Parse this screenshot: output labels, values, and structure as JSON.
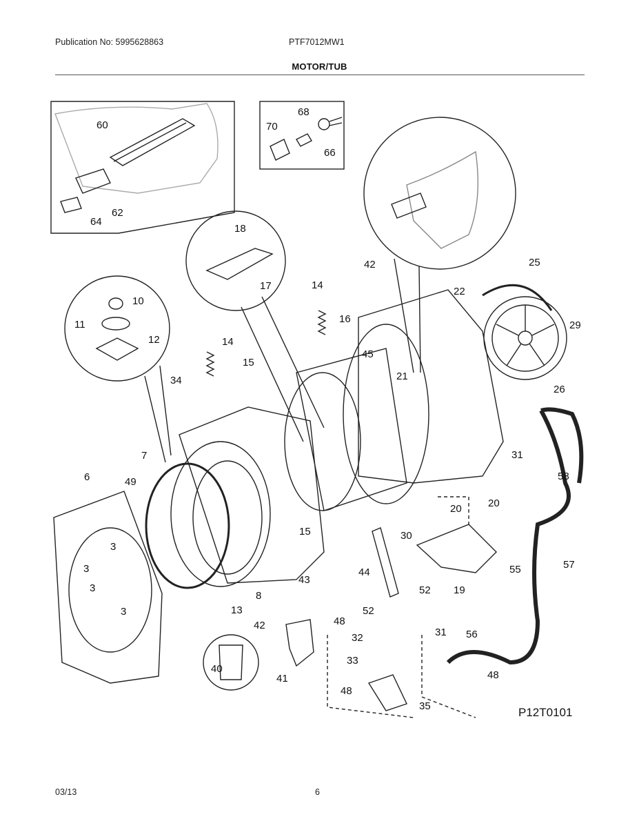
{
  "header": {
    "publication": "Publication No: 5995628863",
    "model": "PTF7012MW1",
    "section_title": "MOTOR/TUB"
  },
  "diagram": {
    "code": "P12T0101",
    "callouts": [
      "60",
      "62",
      "64",
      "68",
      "70",
      "66",
      "18",
      "17",
      "10",
      "11",
      "12",
      "42",
      "14",
      "16",
      "22",
      "25",
      "29",
      "26",
      "45",
      "21",
      "14",
      "15",
      "34",
      "7",
      "6",
      "49",
      "3",
      "3",
      "3",
      "3",
      "31",
      "58",
      "20",
      "20",
      "57",
      "55",
      "56",
      "48",
      "30",
      "52",
      "52",
      "31",
      "32",
      "33",
      "35",
      "48",
      "44",
      "43",
      "42",
      "48",
      "40",
      "41",
      "13",
      "8",
      "15",
      "19"
    ]
  },
  "footer": {
    "date": "03/13",
    "page": "6"
  }
}
